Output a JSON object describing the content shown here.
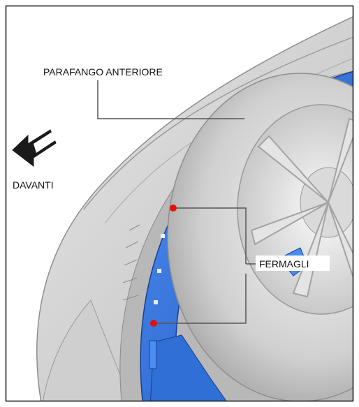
{
  "labels": {
    "fender": "PARAFANGO ANTERIORE",
    "front": "DAVANTI",
    "clips": "FERMAGLI"
  },
  "icons": {
    "direction": "arrow-left-icon",
    "clip": "red-dot-icon"
  },
  "colors": {
    "fender_liner": "#2f6fd6",
    "clip_marker": "#e01010",
    "leader_line": "#555555",
    "body_gray": "#c9c9c9"
  }
}
